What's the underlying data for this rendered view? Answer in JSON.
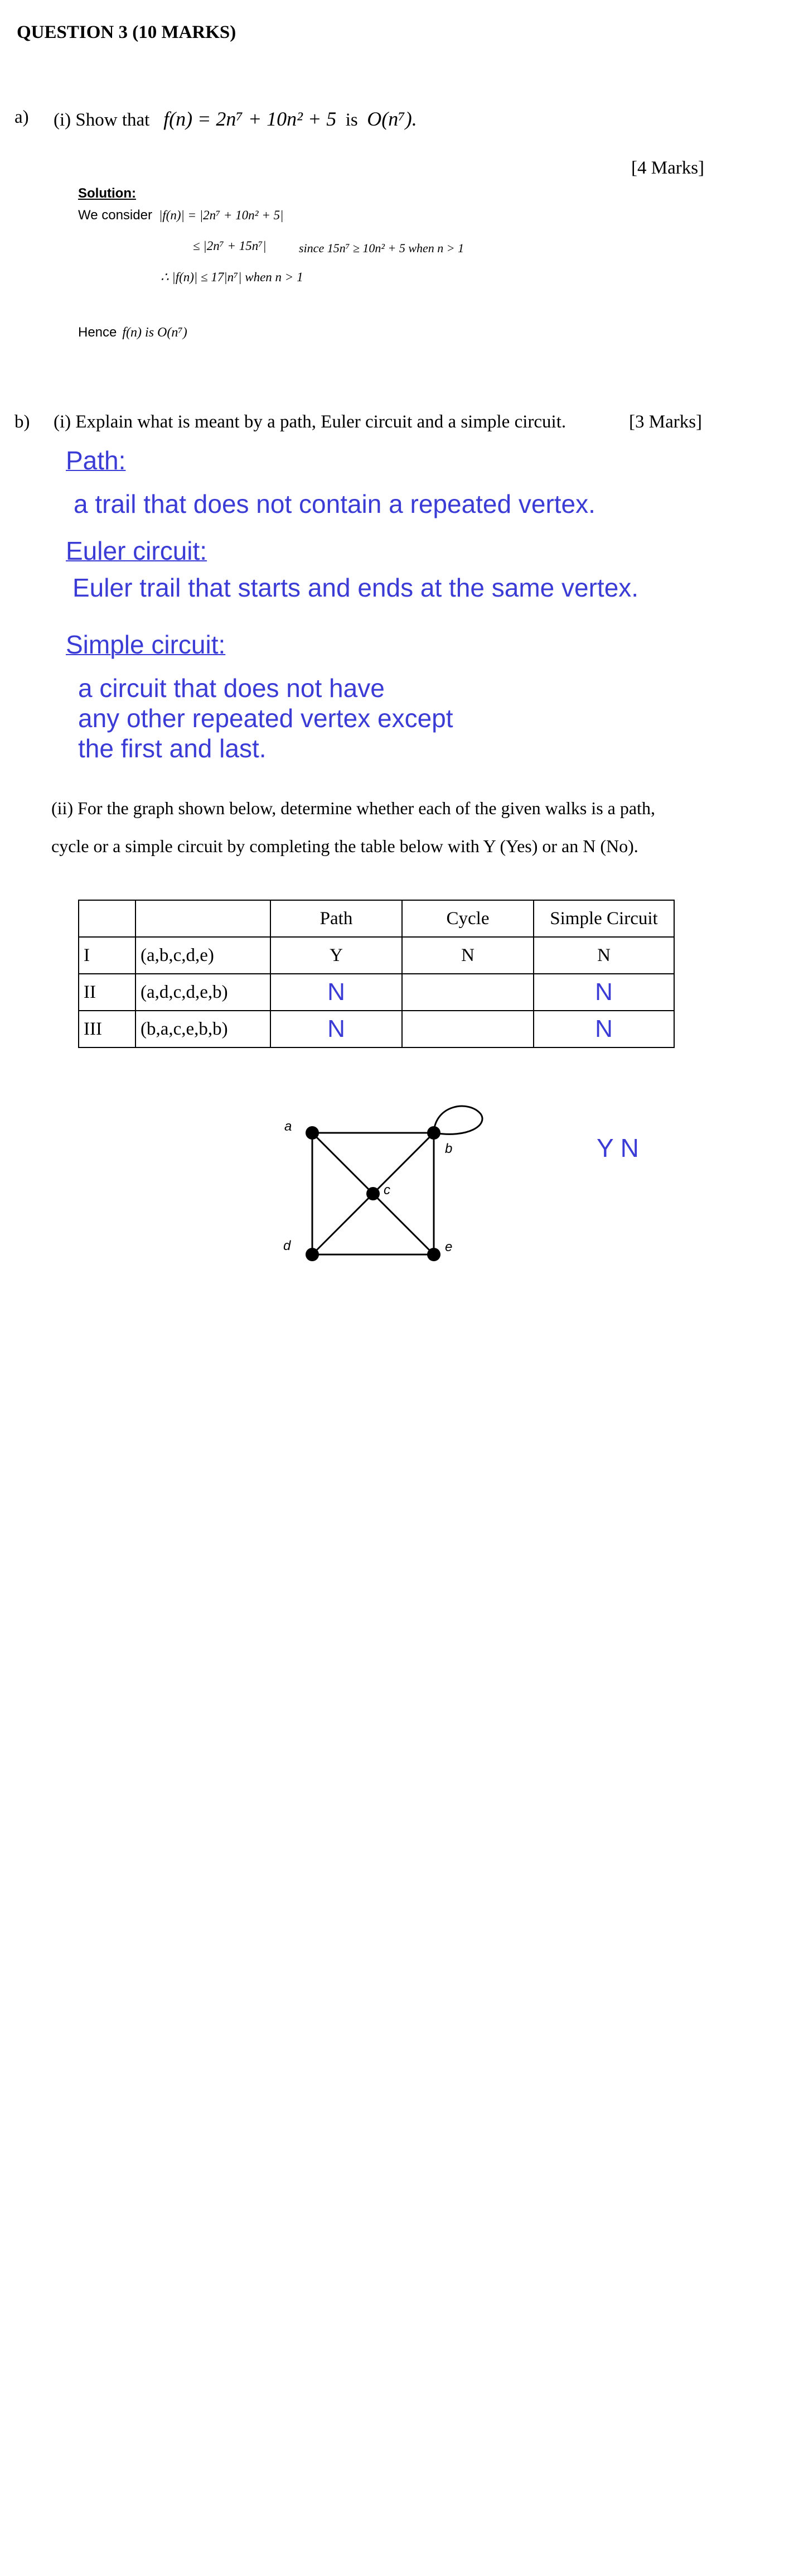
{
  "question": {
    "title": "QUESTION 3 (10 MARKS)",
    "part_a": {
      "label": "a)",
      "prompt": "(i) Show that",
      "expression": "f(n) = 2n⁷ + 10n² + 5",
      "is_word": "is",
      "bigO": "O(n⁷).",
      "marks": "[4 Marks]",
      "solution_heading": "Solution:",
      "line1_prefix": "We consider",
      "line1_math": "|f(n)| = |2n⁷ + 10n² + 5|",
      "line2_math": "≤ |2n⁷ + 15n⁷|",
      "line2_since": "since  15n⁷ ≥ 10n² + 5   when  n > 1",
      "line3_math": "∴ |f(n)| ≤ 17|n⁷|   when   n > 1",
      "hence_prefix": "Hence",
      "hence_math": "f(n) is O(n⁷)"
    },
    "part_b": {
      "label": "b)",
      "prompt": "(i) Explain what is meant by a path, Euler circuit and a simple circuit.",
      "marks": "[3 Marks]",
      "answers": {
        "path_heading": "Path:",
        "path_text": "a trail that does not contain a repeated vertex.",
        "euler_heading": "Euler circuit:",
        "euler_text": "Euler trail that starts and ends at the same vertex.",
        "simple_heading": "Simple circuit:",
        "simple_line1": "a circuit that does not have",
        "simple_line2": "any other repeated vertex except",
        "simple_line3": "the first and last."
      },
      "part_ii_line1": "(ii) For the graph shown below, determine whether each of the given walks is  a path,",
      "part_ii_line2": "cycle or a simple circuit by completing the table below with Y (Yes) or an N (No).",
      "table": {
        "headers": [
          "",
          "",
          "Path",
          "Cycle",
          "Simple Circuit"
        ],
        "rows": [
          {
            "num": "I",
            "walk": "(a,b,c,d,e)",
            "path": "Y",
            "cycle": "N",
            "simple": "N"
          },
          {
            "num": "II",
            "walk": "(a,d,c,d,e,b)",
            "path": "N",
            "cycle": "",
            "simple": "N"
          },
          {
            "num": "III",
            "walk": "(b,a,c,e,b,b)",
            "path": "N",
            "cycle": "",
            "simple": "N"
          }
        ]
      },
      "graph_labels": {
        "a": "a",
        "b": "b",
        "c": "c",
        "d": "d",
        "e": "e"
      },
      "side_note": "Y  N"
    }
  }
}
